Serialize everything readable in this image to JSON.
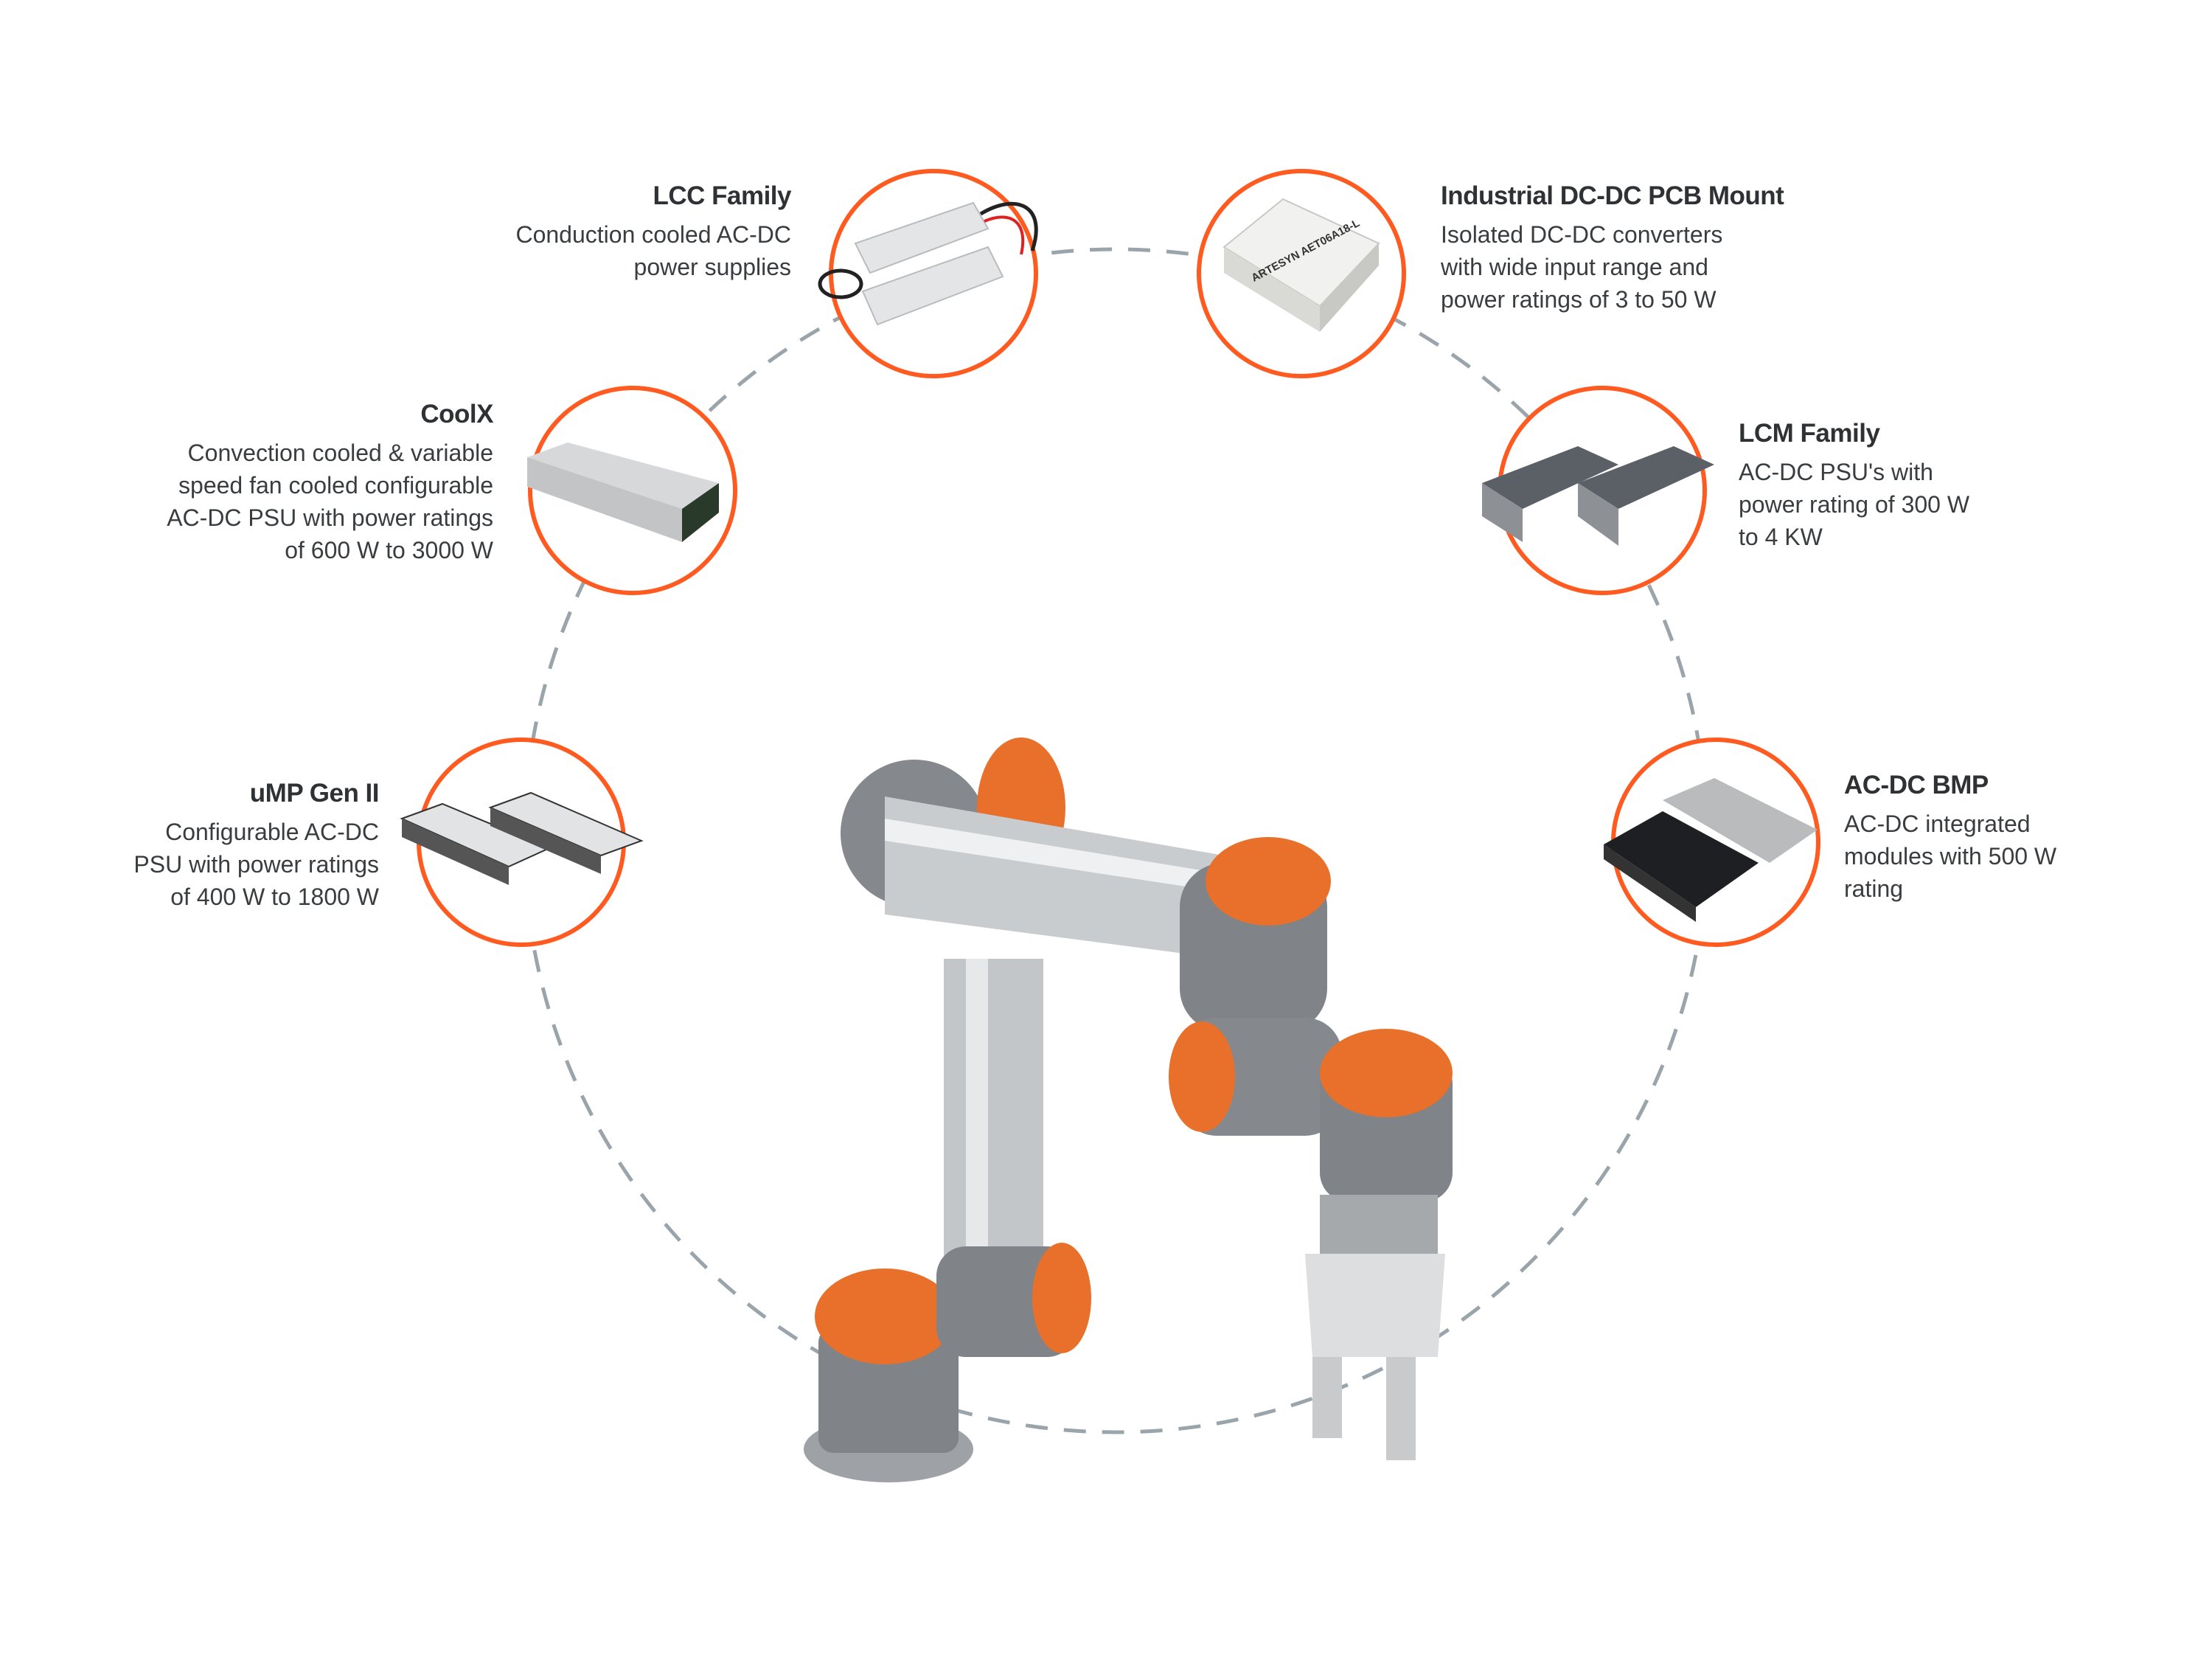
{
  "colors": {
    "accent": "#ff5a1f",
    "dash": "#9aa4ab",
    "text": "#2f3235"
  },
  "products": [
    {
      "id": "lcc",
      "title": "LCC Family",
      "lines": [
        "Conduction cooled AC-DC",
        "power supplies"
      ]
    },
    {
      "id": "industrial",
      "title": "Industrial DC-DC PCB Mount",
      "lines": [
        "Isolated DC-DC converters",
        "with wide input range and",
        "power ratings of 3 to 50 W"
      ],
      "image_label": "ARTESYN AET06A18-L"
    },
    {
      "id": "coolx",
      "title": "CoolX",
      "lines": [
        "Convection cooled & variable",
        "speed fan cooled configurable",
        "AC-DC PSU with power ratings",
        "of 600 W to 3000 W"
      ]
    },
    {
      "id": "lcm",
      "title": "LCM Family",
      "lines": [
        "AC-DC PSU's with",
        "power rating of 300 W",
        "to 4 KW"
      ]
    },
    {
      "id": "ump",
      "title": "uMP Gen II",
      "lines": [
        "Configurable AC-DC",
        "PSU with power ratings",
        "of 400 W to 1800 W"
      ]
    },
    {
      "id": "bmp",
      "title": "AC-DC BMP",
      "lines": [
        "AC-DC integrated",
        "modules with 500 W",
        "rating"
      ]
    }
  ]
}
